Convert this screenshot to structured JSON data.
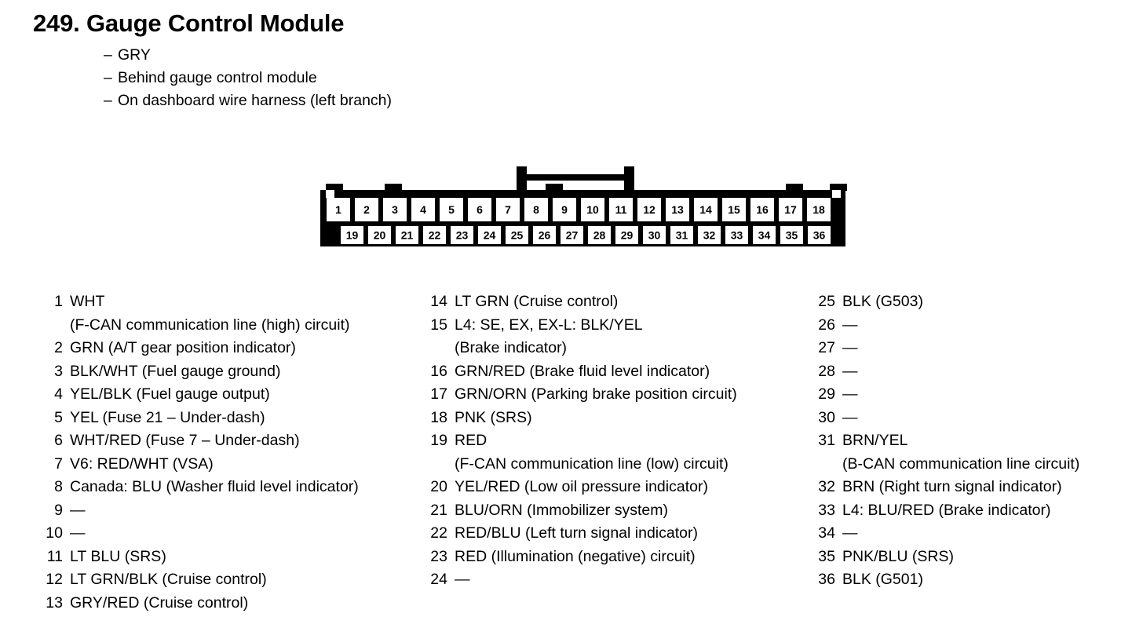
{
  "header": {
    "title": "249. Gauge Control Module",
    "dash": "–",
    "notes": [
      "GRY",
      "Behind gauge control module",
      "On dashboard wire harness (left branch)"
    ]
  },
  "connector": {
    "top_row_pins": [
      "1",
      "2",
      "3",
      "4",
      "5",
      "6",
      "7",
      "8",
      "9",
      "10",
      "11",
      "12",
      "13",
      "14",
      "15",
      "16",
      "17",
      "18"
    ],
    "bottom_row_pins": [
      "19",
      "20",
      "21",
      "22",
      "23",
      "24",
      "25",
      "26",
      "27",
      "28",
      "29",
      "30",
      "31",
      "32",
      "33",
      "34",
      "35",
      "36"
    ],
    "body_color": "#000000",
    "cavity_color": "#ffffff"
  },
  "legend": {
    "columns": [
      {
        "pins": [
          {
            "num": "1",
            "desc": "WHT",
            "cont": "(F-CAN communication line (high) circuit)"
          },
          {
            "num": "2",
            "desc": "GRN (A/T gear position indicator)"
          },
          {
            "num": "3",
            "desc": "BLK/WHT (Fuel gauge ground)"
          },
          {
            "num": "4",
            "desc": "YEL/BLK (Fuel gauge output)"
          },
          {
            "num": "5",
            "desc": "YEL (Fuse 21 – Under-dash)"
          },
          {
            "num": "6",
            "desc": "WHT/RED (Fuse 7 – Under-dash)"
          },
          {
            "num": "7",
            "desc": "V6: RED/WHT (VSA)"
          },
          {
            "num": "8",
            "desc": "Canada: BLU (Washer fluid level indicator)"
          },
          {
            "num": "9",
            "desc": "—"
          },
          {
            "num": "10",
            "desc": "—"
          },
          {
            "num": "11",
            "desc": "LT BLU (SRS)"
          },
          {
            "num": "12",
            "desc": "LT GRN/BLK (Cruise control)"
          },
          {
            "num": "13",
            "desc": "GRY/RED (Cruise control)"
          }
        ]
      },
      {
        "pins": [
          {
            "num": "14",
            "desc": "LT GRN (Cruise control)"
          },
          {
            "num": "15",
            "desc": "L4: SE, EX, EX-L: BLK/YEL",
            "cont": "(Brake indicator)"
          },
          {
            "num": "16",
            "desc": "GRN/RED (Brake fluid level indicator)"
          },
          {
            "num": "17",
            "desc": "GRN/ORN (Parking brake position circuit)"
          },
          {
            "num": "18",
            "desc": "PNK (SRS)"
          },
          {
            "num": "19",
            "desc": "RED",
            "cont": "(F-CAN communication line (low) circuit)"
          },
          {
            "num": "20",
            "desc": "YEL/RED (Low oil pressure indicator)"
          },
          {
            "num": "21",
            "desc": "BLU/ORN (Immobilizer system)"
          },
          {
            "num": "22",
            "desc": "RED/BLU (Left turn signal indicator)"
          },
          {
            "num": "23",
            "desc": "RED (Illumination (negative) circuit)"
          },
          {
            "num": "24",
            "desc": "—"
          }
        ]
      },
      {
        "pins": [
          {
            "num": "25",
            "desc": "BLK (G503)"
          },
          {
            "num": "26",
            "desc": "—"
          },
          {
            "num": "27",
            "desc": "—"
          },
          {
            "num": "28",
            "desc": "—"
          },
          {
            "num": "29",
            "desc": "—"
          },
          {
            "num": "30",
            "desc": "—"
          },
          {
            "num": "31",
            "desc": "BRN/YEL",
            "cont": "(B-CAN communication line circuit)"
          },
          {
            "num": "32",
            "desc": "BRN (Right turn signal indicator)"
          },
          {
            "num": "33",
            "desc": "L4: BLU/RED (Brake indicator)"
          },
          {
            "num": "34",
            "desc": "—"
          },
          {
            "num": "35",
            "desc": "PNK/BLU (SRS)"
          },
          {
            "num": "36",
            "desc": "BLK (G501)"
          }
        ]
      }
    ]
  }
}
